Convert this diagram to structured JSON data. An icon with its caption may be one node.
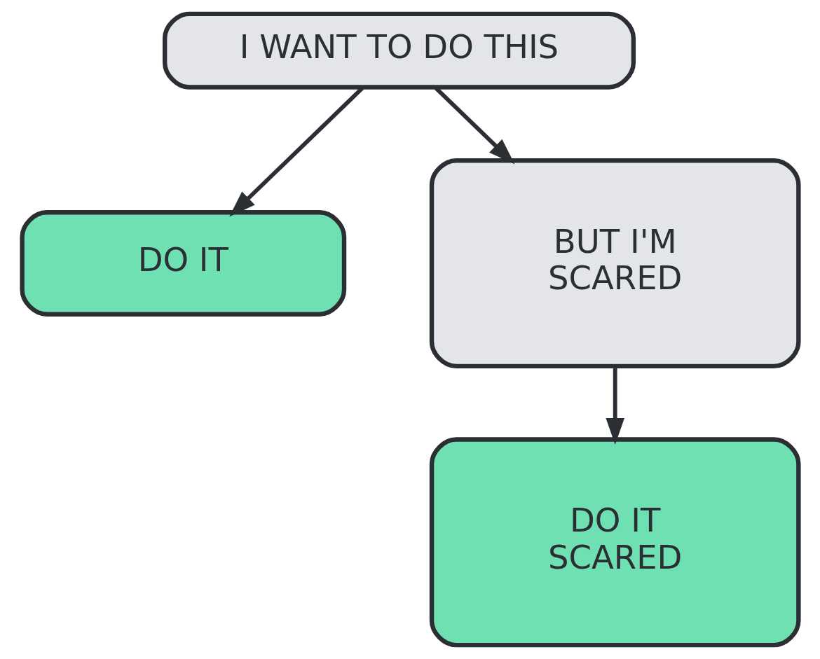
{
  "diagram": {
    "nodes": [
      {
        "text": [
          "I WANT TO DO THIS"
        ]
      },
      {
        "text": [
          "DO IT"
        ]
      },
      {
        "text": [
          "BUT I'M SCARED"
        ]
      },
      {
        "text": [
          "DO IT SCARED"
        ]
      }
    ],
    "edges": [
      {
        "from": 0,
        "to": 1,
        "arrow": "to"
      },
      {
        "from": 0,
        "to": 2,
        "arrow": "to"
      },
      {
        "from": 2,
        "to": 3,
        "arrow": "to"
      }
    ]
  }
}
